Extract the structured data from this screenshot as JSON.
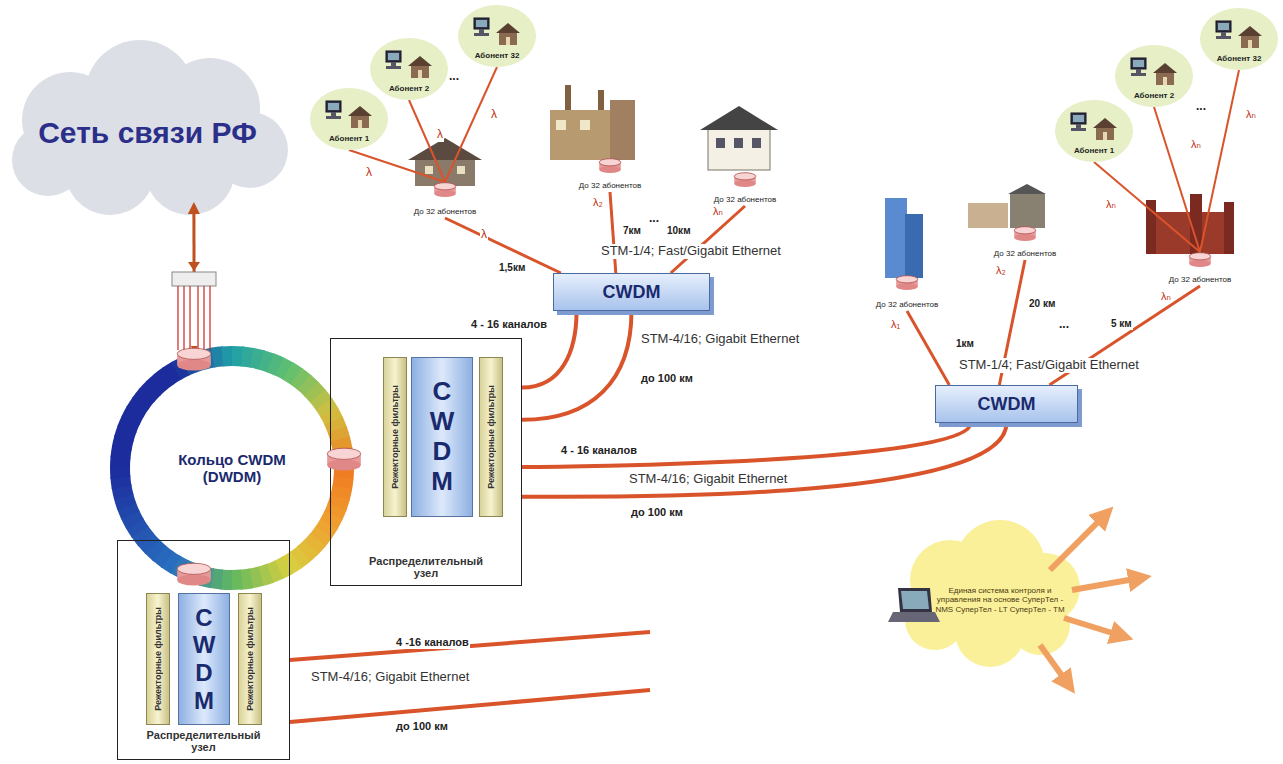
{
  "diagram": {
    "nodes": [
      {
        "text": [
          "Сеть связи РФ"
        ]
      },
      {
        "text": [
          "Кольцо CWDM (DWDM)"
        ]
      },
      {
        "text": [
          "Распределительный узел"
        ]
      },
      {
        "text": [
          "Режекторные фильтры"
        ],
        "in": 2
      },
      {
        "text": [
          "C W D M"
        ],
        "in": 2
      },
      {
        "text": [
          "Режекторные фильтры"
        ],
        "in": 2
      },
      {
        "text": [
          "Распределительный узел"
        ]
      },
      {
        "text": [
          "Режекторные фильтры"
        ],
        "in": 6
      },
      {
        "text": [
          "C W D M"
        ],
        "in": 6
      },
      {
        "text": [
          "Режекторные фильтры"
        ],
        "in": 6
      },
      {
        "text": [
          "CWDM"
        ]
      },
      {
        "text": [
          "CWDM"
        ]
      },
      {
        "text": [
          "До 32 абонентов"
        ]
      },
      {
        "text": [
          "До 32 абонентов"
        ]
      },
      {
        "text": [
          "До 32 абонентов"
        ]
      },
      {
        "text": [
          "До 32 абонентов"
        ]
      },
      {
        "text": [
          "До 32 абонентов"
        ]
      },
      {
        "text": [
          "До 32 абонентов"
        ]
      },
      {
        "text": [
          "Абонент 1"
        ]
      },
      {
        "text": [
          "Абонент 2"
        ]
      },
      {
        "text": [
          "Абонент 32"
        ]
      },
      {
        "text": [
          "Абонент 1"
        ]
      },
      {
        "text": [
          "Абонент 2"
        ]
      },
      {
        "text": [
          "Абонент 32"
        ]
      },
      {
        "text": [
          "Единая система контроля и управления на основе СуперТел - NMS СуперТел - LT СуперТел - TM"
        ]
      }
    ],
    "edges": [
      {
        "from": 0,
        "to": 1,
        "arrow": "both"
      },
      {
        "from": 2,
        "to": 10,
        "arrow": "none"
      },
      {
        "from": 2,
        "to": 10,
        "arrow": "none"
      },
      {
        "from": 2,
        "to": 11,
        "arrow": "none"
      },
      {
        "from": 2,
        "to": 11,
        "arrow": "none"
      },
      {
        "from": 10,
        "to": 12,
        "arrow": "none"
      },
      {
        "from": 10,
        "to": 13,
        "arrow": "none"
      },
      {
        "from": 10,
        "to": 14,
        "arrow": "none"
      },
      {
        "from": 12,
        "to": 18,
        "arrow": "none"
      },
      {
        "from": 12,
        "to": 19,
        "arrow": "none"
      },
      {
        "from": 12,
        "to": 20,
        "arrow": "none"
      },
      {
        "from": 11,
        "to": 15,
        "arrow": "none"
      },
      {
        "from": 11,
        "to": 16,
        "arrow": "none"
      },
      {
        "from": 11,
        "to": 17,
        "arrow": "none"
      },
      {
        "from": 17,
        "to": 21,
        "arrow": "none"
      },
      {
        "from": 17,
        "to": 22,
        "arrow": "none"
      },
      {
        "from": 17,
        "to": 23,
        "arrow": "none"
      }
    ],
    "labels": [
      "1,5км",
      "7км",
      "10км",
      "...",
      "λ",
      "λ₂",
      "λₙ",
      "λ",
      "λ",
      "λ",
      "...",
      "STM-1/4; Fast/Gigabit Ethernet",
      "4 - 16 каналов",
      "STM-4/16; Gigabit Ethernet",
      "до 100 км",
      "4 - 16 каналов",
      "STM-4/16;  Gigabit Ethernet",
      "до 100 км",
      "4 -16 каналов",
      "STM-4/16;  Gigabit Ethernet",
      "до 100 км",
      "STM-1/4; Fast/Gigabit Ethernet",
      "1км",
      "20 км",
      "...",
      "5 км",
      "λ₁",
      "λ₂",
      "λₙ",
      "λₙ",
      "λₙ",
      "λₙ",
      "..."
    ]
  }
}
